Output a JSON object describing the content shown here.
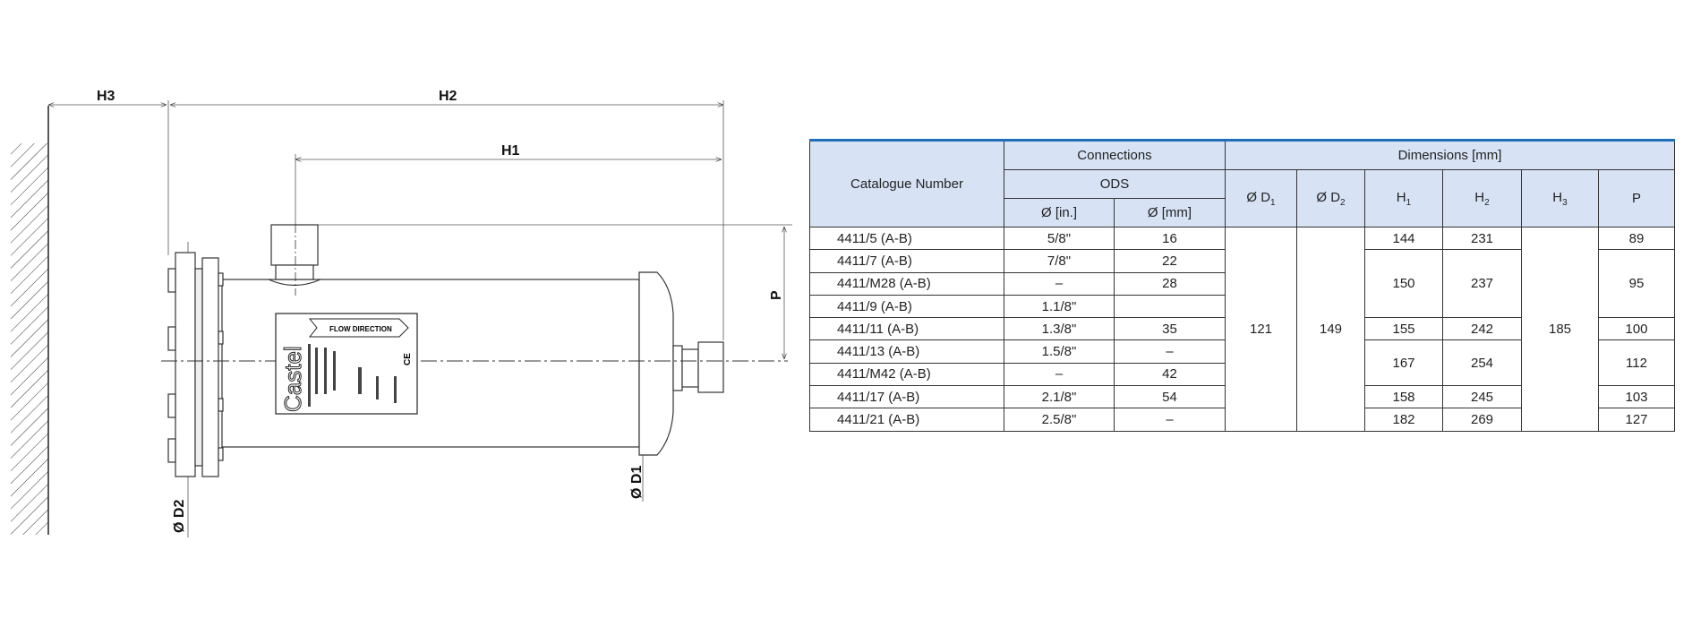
{
  "drawing": {
    "labels": {
      "h3": "H3",
      "h2": "H2",
      "h1": "H1",
      "p": "P",
      "d1": "Ø D1",
      "d2": "Ø D2"
    },
    "nameplate": {
      "brand": "Castel",
      "flow": "FLOW DIRECTION",
      "mark": "CE"
    }
  },
  "table": {
    "header": {
      "catalogue": "Catalogue Number",
      "connections": "Connections",
      "ods": "ODS",
      "in": "Ø [in.]",
      "mm": "Ø [mm]",
      "dimensions": "Dimensions [mm]",
      "d1": "Ø D",
      "d1_sub": "1",
      "d2": "Ø D",
      "d2_sub": "2",
      "h1": "H",
      "h1_sub": "1",
      "h2": "H",
      "h2_sub": "2",
      "h3": "H",
      "h3_sub": "3",
      "p": "P"
    },
    "rows": [
      {
        "cat": "4411/5  (A-B)",
        "in": "5/8\"",
        "mm": "16"
      },
      {
        "cat": "4411/7  (A-B)",
        "in": "7/8\"",
        "mm": "22"
      },
      {
        "cat": "4411/M28  (A-B)",
        "in": "–",
        "mm": "28"
      },
      {
        "cat": "4411/9  (A-B)",
        "in": "1.1/8\"",
        "mm": ""
      },
      {
        "cat": "4411/11  (A-B)",
        "in": "1.3/8\"",
        "mm": "35"
      },
      {
        "cat": "4411/13  (A-B)",
        "in": "1.5/8\"",
        "mm": "–"
      },
      {
        "cat": "4411/M42  (A-B)",
        "in": "–",
        "mm": "42"
      },
      {
        "cat": "4411/17  (A-B)",
        "in": "2.1/8\"",
        "mm": "54"
      },
      {
        "cat": "4411/21  (A-B)",
        "in": "2.5/8\"",
        "mm": "–"
      }
    ],
    "d1": "121",
    "d2": "149",
    "h3": "185",
    "h1": [
      "144",
      "150",
      "155",
      "167",
      "158",
      "182"
    ],
    "h2": [
      "231",
      "237",
      "242",
      "254",
      "245",
      "269"
    ],
    "p": [
      "89",
      "95",
      "100",
      "112",
      "103",
      "127"
    ]
  }
}
